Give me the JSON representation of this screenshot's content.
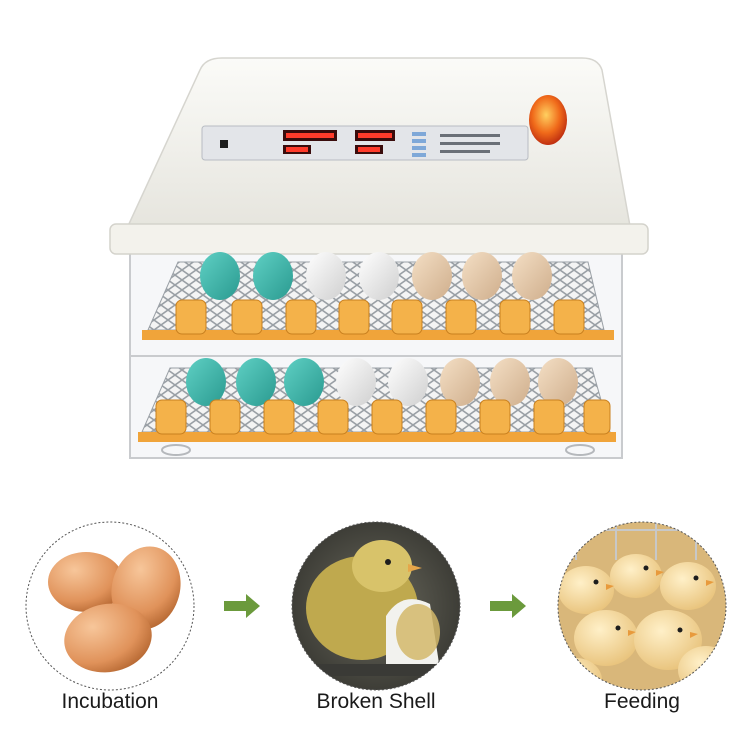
{
  "stages": [
    {
      "label": "Incubation"
    },
    {
      "label": "Broken Shell"
    },
    {
      "label": "Feeding"
    }
  ],
  "colors": {
    "arrow": "#6b9a3c",
    "egg_brown": "#e39a5e",
    "egg_teal": "#3fb4a9",
    "roller": "#f0a43a",
    "lid": "#f1f0ea"
  },
  "icons": {
    "arrow": "right-arrow-icon"
  }
}
